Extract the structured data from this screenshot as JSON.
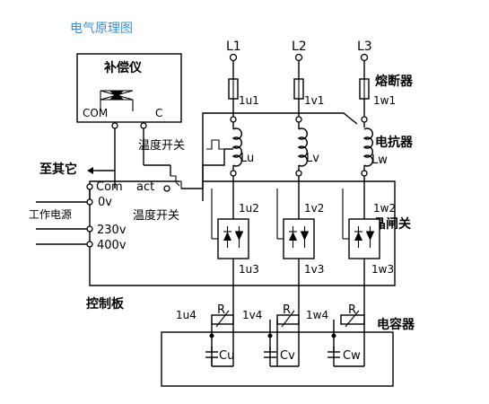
{
  "title": "电气原理图",
  "colors": {
    "title": "#3a8fd0",
    "line": "#000000",
    "background": "#ffffff"
  },
  "phases": [
    "L1",
    "L2",
    "L3"
  ],
  "fuse_nodes": [
    "1u1",
    "1v1",
    "1w1"
  ],
  "fuse_label": "熔断器",
  "reactors": [
    "Lu",
    "Lv",
    "Lw"
  ],
  "reactor_label": "电抗器",
  "thyristor_top_nodes": [
    "1u2",
    "1v2",
    "1w2"
  ],
  "thyristor_bottom_nodes": [
    "1u3",
    "1v3",
    "1w3"
  ],
  "thyristor_label": "晶闸关",
  "resistor_nodes": [
    "1u4",
    "1v4",
    "1w4"
  ],
  "resistor_symbol": "R",
  "capacitors": [
    "Cu",
    "Cv",
    "Cw"
  ],
  "capacitor_label": "电容器",
  "compensator": {
    "label": "补偿仪",
    "com": "COM",
    "c": "C"
  },
  "temp_switch_upper": "温度开关",
  "temp_switch_lower": "温度开关",
  "to_other": "至其它",
  "control_terminals": {
    "com": "Com",
    "act": "act",
    "v0": "0v",
    "v230": "230v",
    "v400": "400v"
  },
  "work_power": "工作电源",
  "control_board": "控制板"
}
